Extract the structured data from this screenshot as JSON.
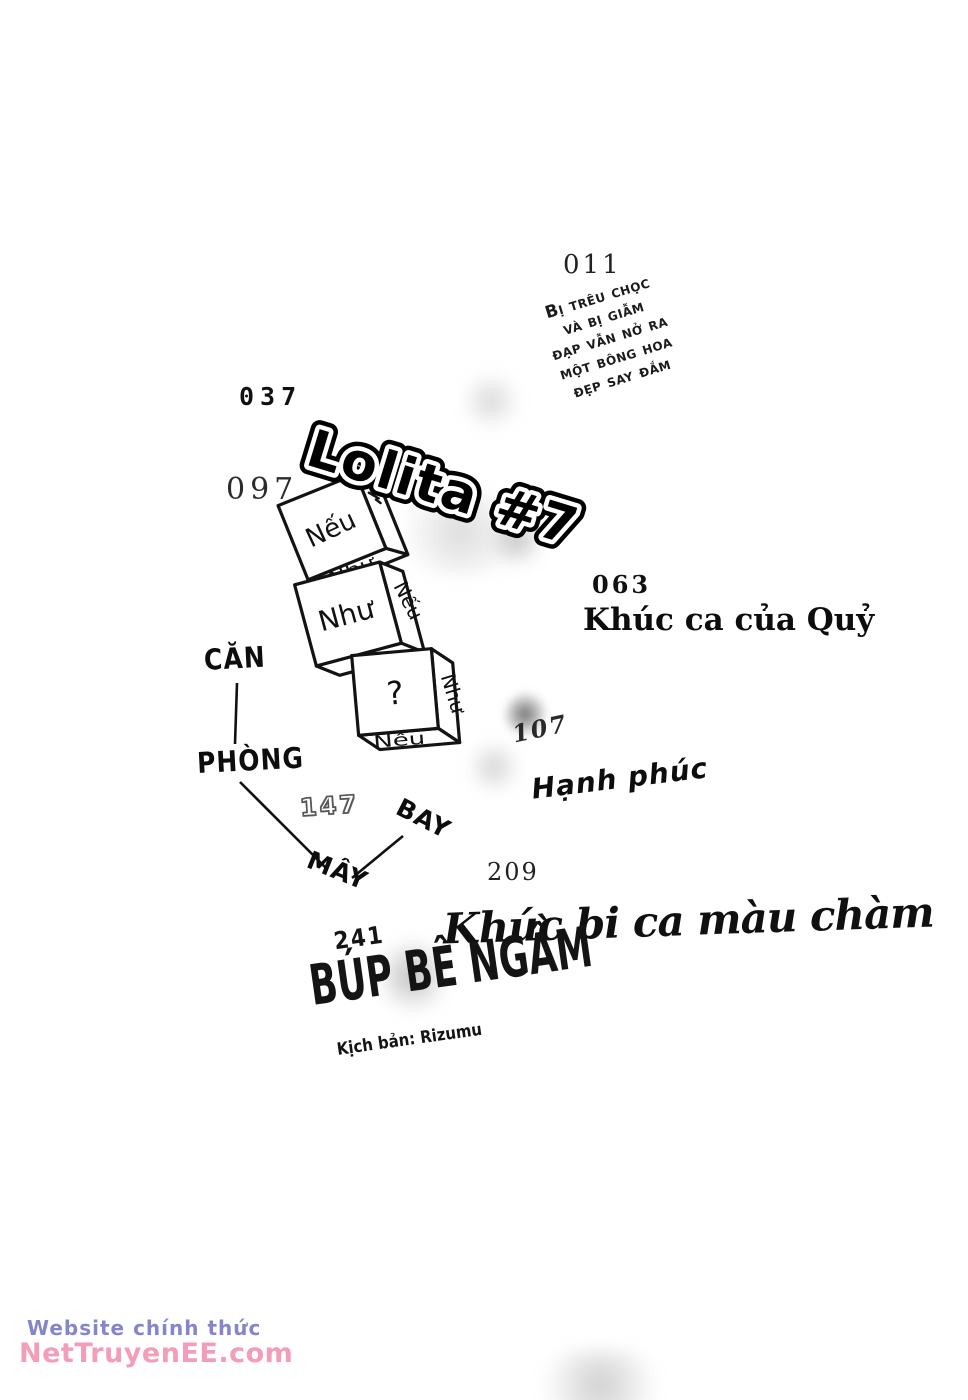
{
  "page": {
    "background": "#ffffff",
    "ink_color": "#111111"
  },
  "watermark": {
    "line1": "Website chính thức",
    "line2": "NetTruyenEE.com",
    "line1_color": "#8585cc",
    "line2_color": "#f49db8"
  },
  "toc": {
    "entries": [
      {
        "page": "011",
        "title": "Bị trêu chọc và bị giẫm đạp vẫn nở ra một bông hoa đẹp say đắm",
        "lines": [
          "Bị trêu chọc",
          "và bị giẫm",
          "đạp vẫn nở ra",
          "một bông hoa",
          "đẹp say đắm"
        ]
      },
      {
        "page": "037",
        "title": "Lolita #7"
      },
      {
        "page": "097",
        "dice": [
          {
            "front": "Nếu",
            "side": "",
            "bottom": "Như"
          },
          {
            "front": "Như",
            "side": "Nếu",
            "bottom": "?"
          },
          {
            "front": "?",
            "side": "Như",
            "bottom": "Nếu"
          }
        ]
      },
      {
        "page": "063",
        "title": "Khúc ca của Quỷ"
      },
      {
        "page": "107",
        "title": "Hạnh phúc"
      },
      {
        "page": "147",
        "words": [
          "CĂN",
          "PHÒNG",
          "MÂY",
          "BAY"
        ]
      },
      {
        "page": "209",
        "title": "Khúc bi ca màu chàm"
      },
      {
        "page": "241",
        "title": "BÚP BÊ NGẦM",
        "credit": "Kịch bản: Rizumu"
      }
    ]
  }
}
